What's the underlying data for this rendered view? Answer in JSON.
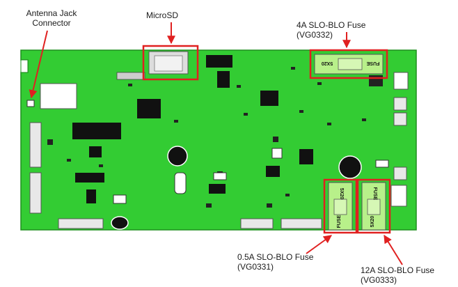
{
  "labels": {
    "antenna": "Antenna Jack\nConnector",
    "microsd": "MicroSD",
    "fuse_4a": "4A SLO-BLO Fuse\n(VG0332)",
    "fuse_05a": "0.5A SLO-BLO Fuse\n(VG0331)",
    "fuse_12a": "12A SLO-BLO Fuse\n(VG0333)"
  },
  "fuse_text": {
    "top_fuse_left": "5X20",
    "top_fuse_right": "FUSE",
    "fuse_05_top": "5X20",
    "fuse_05_bottom": "FUSE",
    "fuse_12_top": "FUSE",
    "fuse_12_bottom": "5X20"
  },
  "colors": {
    "board": "#33cc33",
    "board_edge": "#1f8f1f",
    "callout": "#e02020",
    "fuse_body": "#b8f08a"
  }
}
